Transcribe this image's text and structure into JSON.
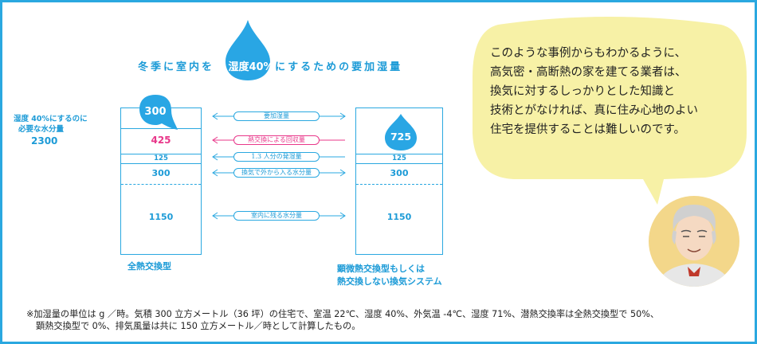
{
  "title": {
    "before": "冬季に室内を",
    "highlight": "湿度40%",
    "after": "にするための要加湿量"
  },
  "left_header": {
    "line1": "湿度 40%にするのに",
    "line2": "必要な水分量",
    "value": "2300"
  },
  "left_column": {
    "drop_value": "300",
    "recovery_value": "425",
    "human_value": "125",
    "outside_value": "300",
    "indoor_value": "1150",
    "caption": "全熱交換型"
  },
  "right_column": {
    "drop_value": "725",
    "human_value": "125",
    "outside_value": "300",
    "indoor_value": "1150",
    "caption_line1": "顕微熱交換型もしくは",
    "caption_line2": "熱交換しない換気システム"
  },
  "middle_labels": {
    "humidification": "要加湿量",
    "recovery": "熱交換による回収量",
    "human": "1.3 人分の発湿量",
    "outside": "換気で外から入る水分量",
    "indoor": "室内に残る水分量"
  },
  "speech_bubble": {
    "line1": "このような事例からもわかるように、",
    "line2": "高気密・高断熱の家を建てる業者は、",
    "line3": "換気に対するしっかりとした知識と",
    "line4": "技術とがなければ、真に住み心地のよい",
    "line5": "住宅を提供することは難しいのです。"
  },
  "note": {
    "line1": "※加湿量の単位は g ／時。気積 300 立方メートル（36 坪）の住宅で、室温 22℃、湿度 40%、外気温 -4℃、湿度 71%、潜熱交換率は全熱交換型で 50%、",
    "line2": "顕熱交換型で 0%、排気風量は共に 150 立方メートル／時として計算したもの。"
  },
  "colors": {
    "accent_blue": "#1d9bd7",
    "border_blue": "#2aa8e0",
    "drop_blue": "#29a6e4",
    "pink": "#e8378a",
    "bubble_yellow": "#f7f1a6"
  },
  "icons": [
    "water-drop-icon",
    "double-arrow-icon",
    "left-arrow-icon",
    "person-illustration"
  ]
}
